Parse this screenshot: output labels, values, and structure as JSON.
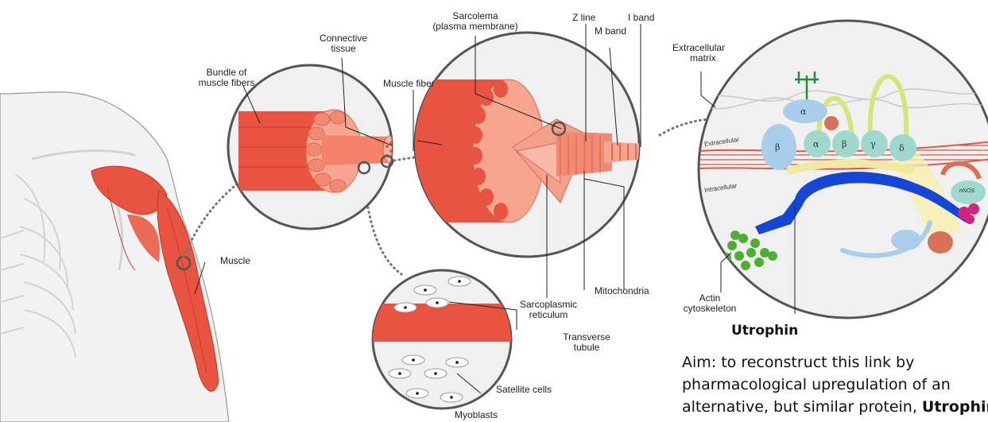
{
  "labels": {
    "bundle": [
      "Bundle of",
      "muscle fibers"
    ],
    "connective": [
      "Connective",
      "tissue"
    ],
    "muscle_fiber": "Muscle fiber",
    "muscle": "Muscle",
    "sarcolema": [
      "Sarcolema",
      "(plasma membrane)"
    ],
    "z_line": "Z line",
    "i_band": "I band",
    "m_band": "M band",
    "sarcoplasmic": [
      "Sarcoplasmic",
      "reticulum"
    ],
    "mitochondria": "Mitochondria",
    "transverse": [
      "Transverse",
      "tubule"
    ],
    "satellite": "Satellite cells",
    "myoblasts": "Myoblasts",
    "extracellular_matrix": [
      "Extracellular",
      "matrix"
    ],
    "extracellular": "Extracellular",
    "intracellular": "Intracellular",
    "actin": [
      "Actin",
      "cytoskeleton"
    ],
    "nnos": "nNOS"
  },
  "greek": {
    "alpha_dystroglycan": "α",
    "beta_dystroglycan": "β",
    "alpha_sg": "α",
    "beta_sg": "β",
    "gamma_sg": "γ",
    "delta_sg": "δ"
  },
  "utrophin_title": "Utrophin",
  "aim": {
    "line1": "Aim: to reconstruct this link by",
    "line2": "pharmacological upregulation of an",
    "line3_prefix": "alternative, but similar protein, ",
    "line3_bold": "Utrophin"
  },
  "colors": {
    "muscle_red": "#e8543f",
    "muscle_light": "#f6a58e",
    "circle_bg": "#f0f0f0",
    "circle_stroke": "#555555",
    "blue_protein": "#1546d6",
    "teal_protein": "#9fd8cc",
    "sky_protein": "#a9cdea",
    "green_actin": "#4caf32",
    "magenta": "#d6227a"
  }
}
